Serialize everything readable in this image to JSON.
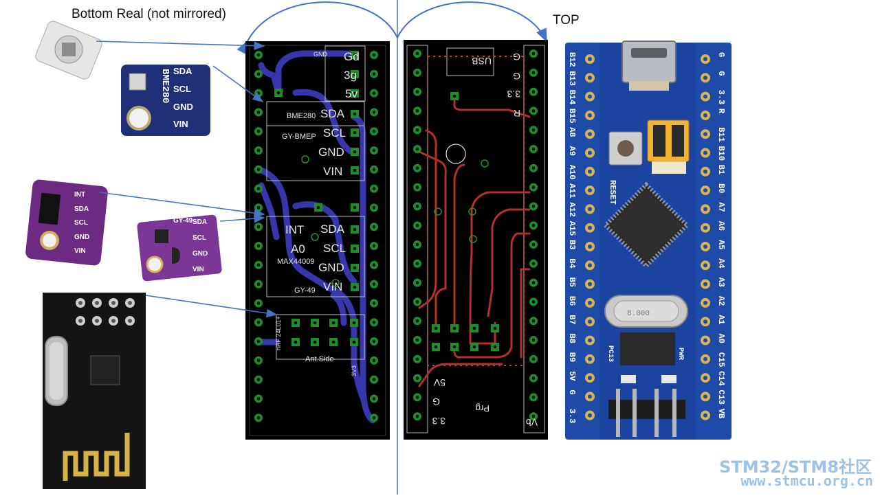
{
  "labels": {
    "bottom_title": "Bottom Real (not mirrored)",
    "top_title": "TOP"
  },
  "bottom_pcb": {
    "header_labels": [
      "Gd",
      "3g",
      "5v"
    ],
    "gnd_small": "GND",
    "bme_title": "BME280",
    "bme_sub": "GY-BMEP",
    "bme_pins": [
      "SDA",
      "SCL",
      "GND",
      "VIN"
    ],
    "max_pins_left": [
      "INT",
      "A0"
    ],
    "max_title": "MAX44009",
    "max_sub": "GY-49",
    "max_pins": [
      "SDA",
      "SCL",
      "GND",
      "VIN"
    ],
    "nrf_title": "nRF 24L01+",
    "nrf_sub": "Ant.Side",
    "v33": "3V3"
  },
  "top_pcb": {
    "usb": "USB",
    "left_g": "G",
    "left_g2": "G",
    "v33_top": "3.3",
    "r_label": "R",
    "v5": "5V",
    "g_bottom": "G",
    "v33_bottom": "3.3",
    "prg": "Prg",
    "vb": "Vb"
  },
  "bme_module": {
    "pins": [
      "SDA",
      "SCL",
      "GND",
      "VIN"
    ],
    "chip": "BME280"
  },
  "max_module": {
    "pins": [
      "INT",
      "SDA",
      "SCL",
      "GND",
      "VIN"
    ]
  },
  "gy49_module": {
    "title": "GY-49",
    "pins": [
      "SDA",
      "SCL",
      "GND",
      "VIN"
    ]
  },
  "stm_board": {
    "left_pins": [
      "B12",
      "B13",
      "B14",
      "B15",
      "A8",
      "A9",
      "A10",
      "A11",
      "A12",
      "A15",
      "B3",
      "B4",
      "B5",
      "B6",
      "B7",
      "B8",
      "B9",
      "5V",
      "G",
      "3.3"
    ],
    "right_pins": [
      "G",
      "G",
      "3.3",
      "R",
      "B11",
      "B10",
      "B1",
      "B0",
      "A7",
      "A6",
      "A5",
      "A4",
      "A3",
      "A2",
      "A1",
      "A0",
      "C15",
      "C14",
      "C13",
      "VB"
    ],
    "reset": "RESET",
    "pc13": "PC13",
    "pwr": "PWR",
    "crystal": "8.000"
  },
  "watermark": {
    "line1": "STM32/STM8社区",
    "line2": "www.stmcu.org.cn"
  }
}
